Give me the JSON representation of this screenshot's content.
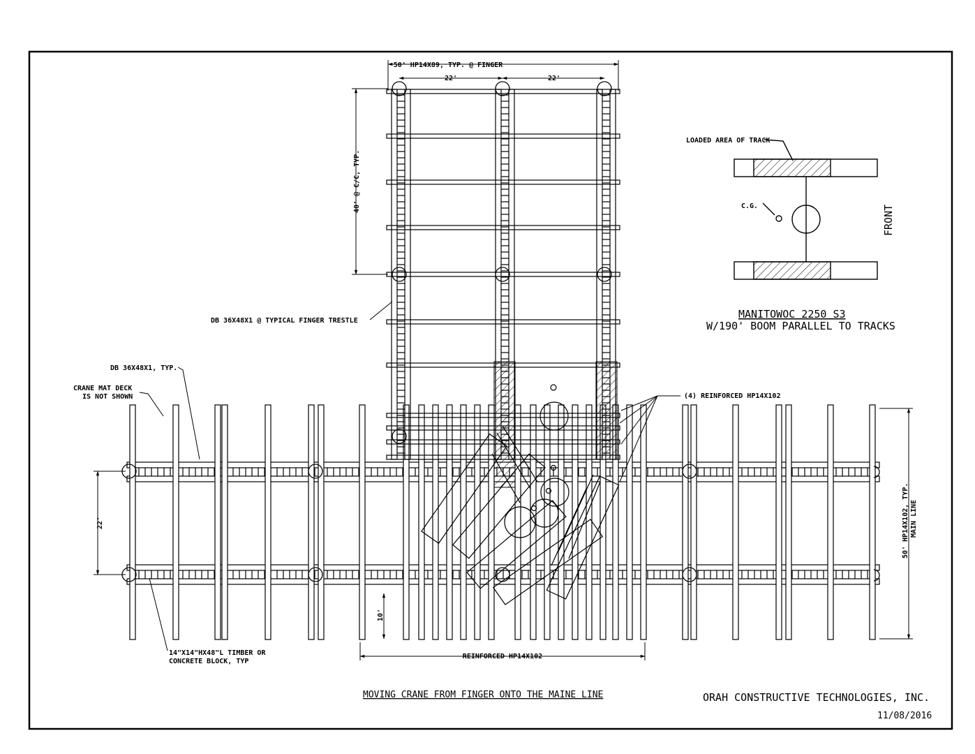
{
  "drawing": {
    "finger_width_dim": "50' HP14X89, TYP. @ FINGER",
    "finger_bay_dim_left": "22'",
    "finger_bay_dim_right": "22'",
    "finger_spacing_dim": "40' @ C/C, TYP.",
    "finger_trestle_note": "DB 36X48X1 @ TYPICAL FINGER TRESTLE",
    "db_typ_note": "DB 36X48X1, TYP.",
    "crane_mat_note_1": "CRANE MAT DECK",
    "crane_mat_note_2": "IS NOT SHOWN",
    "reinforced_note": "(4) REINFORCED HP14X102",
    "main_line_dim_1": "50' HP14X102, TYP.",
    "main_line_dim_2": "MAIN LINE",
    "main_gap_dim": "22'",
    "pile_dim": "10'",
    "bottom_dim": "REINFORCED HP14X102",
    "timber_note_1": "14\"X14\"HX48\"L TIMBER OR",
    "timber_note_2": "CONCRETE BLOCK, TYP",
    "title": "MOVING CRANE FROM FINGER ONTO THE MAINE LINE"
  },
  "inset": {
    "loaded_area": "LOADED AREA OF TRACK",
    "cg": "C.G.",
    "front": "FRONT",
    "model": "MANITOWOC 2250 S3",
    "boom": "W/190' BOOM PARALLEL TO TRACKS"
  },
  "titleblock": {
    "company": "ORAH CONSTRUCTIVE TECHNOLOGIES, INC.",
    "date": "11/08/2016"
  }
}
